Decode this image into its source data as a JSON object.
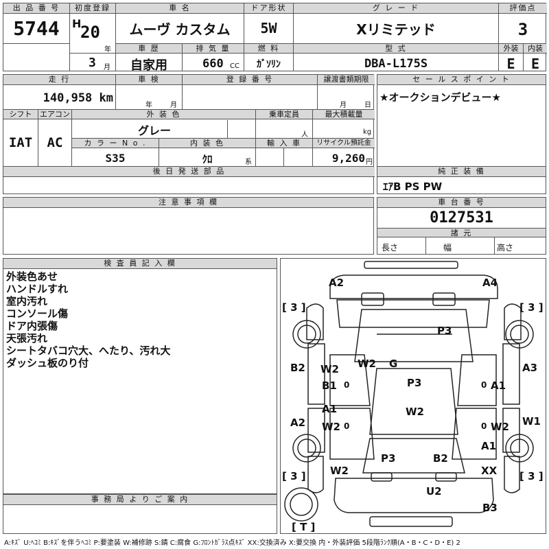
{
  "header": {
    "lot_label": "出 品 番 号",
    "lot_no": "5744",
    "first_reg_label": "初度登録",
    "era": "H",
    "year": "20",
    "year_unit": "年",
    "month": "3",
    "month_unit": "月",
    "car_name_label": "車 名",
    "car_name": "ムーヴ カスタム",
    "door_label": "ドア形状",
    "door": "5W",
    "grade_label": "グ レ ー ド",
    "grade": "Xリミテッド",
    "score_label": "評価点",
    "score": "3",
    "history_label": "車 歴",
    "history": "自家用",
    "disp_label": "排 気 量",
    "disp": "660",
    "disp_unit": "CC",
    "fuel_label": "燃 料",
    "fuel": "ｶﾞｿﾘﾝ",
    "model_label": "型 式",
    "model": "DBA-L175S",
    "ext_label": "外装",
    "int_label": "内装",
    "ext": "E",
    "int": "E"
  },
  "row2": {
    "mileage_label": "走 行",
    "mileage": "140,958 km",
    "inspect_label": "車 検",
    "inspect_year_unit": "年",
    "inspect_month_unit": "月",
    "regno_label": "登 録 番 号",
    "transfer_label": "譲渡書類期限",
    "transfer_month_unit": "月",
    "transfer_day_unit": "日",
    "sales_label": "セ ー ル ス ポ イ ン ト",
    "sales_text": "★オークションデビュー★",
    "shift_label": "シフト",
    "ac_label": "エアコン",
    "shift": "IAT",
    "ac": "AC",
    "extcolor_label": "外 装 色",
    "extcolor": "グレー",
    "capacity_label": "乗車定員",
    "capacity_unit": "人",
    "maxload_label": "最大積載量",
    "maxload_unit": "kg",
    "colorno_label": "カ ラ ー N o .",
    "colorno": "S35",
    "intcolor_label": "内 装 色",
    "intcolor": "ｸﾛ",
    "intcolor_unit": "系",
    "import_label": "輸 入 車",
    "recycle_label": "リサイクル預託金",
    "recycle": "9,260",
    "recycle_unit": "円",
    "later_label": "後 日 発 送 部 品",
    "equip_label": "純 正 装 備",
    "equip": "ｴｱB PS PW",
    "notes_label": "注 意 事 項 欄",
    "chassis_label": "車 台 番 号",
    "chassis": "0127531",
    "spec_label": "諸 元",
    "len_label": "長さ",
    "wid_label": "幅",
    "hgt_label": "高さ"
  },
  "inspector": {
    "label": "検 査 員 記 入 欄",
    "lines": [
      "外装色あせ",
      "ハンドルすれ",
      "室内汚れ",
      "コンソール傷",
      "ドア内張傷",
      "天張汚れ",
      "シートタバコ穴大、へたり、汚れ大",
      "ダッシュ板のり付"
    ]
  },
  "office_label": "事 務 局 よ り ご 案 内",
  "diagram": {
    "marks": {
      "a2_tl": "A2",
      "a4_tr": "A4",
      "b2_l": "B2",
      "a3_r": "A3",
      "p3_top": "P3",
      "w2_ldoor": "W2",
      "b1": "B1",
      "w2_c": "W2",
      "g": "G",
      "p3_mid": "P3",
      "a1_r": "A1",
      "a1_l": "A1",
      "w2_l2": "W2",
      "w2_mid": "W2",
      "w2_r": "W2",
      "w1_r": "W1",
      "a2_l": "A2",
      "p3_bot": "P3",
      "b2_bot": "B2",
      "a1_r2": "A1",
      "w2_bl": "W2",
      "xx": "XX",
      "u2": "U2",
      "b3": "B3",
      "zero": "0"
    },
    "tire_fl": "[ 3 ]",
    "tire_fr": "[ 3 ]",
    "tire_rl": "[ 3 ]",
    "tire_rr": "[ 3 ]",
    "spare": "[ T ]"
  },
  "legend": "A:ｷｽﾞ U:ﾍｺﾐ B:ｷｽﾞを伴うﾍｺﾐ P:要塗装 W:補修跡 S:錆 C:腐食 G:ﾌﾛﾝﾄｶﾞﾗｽ点ｷｽﾞ XX:交換済み X:要交換 内・外装評価 5段階ﾗﾝｸ順(A・B・C・D・E) 2"
}
